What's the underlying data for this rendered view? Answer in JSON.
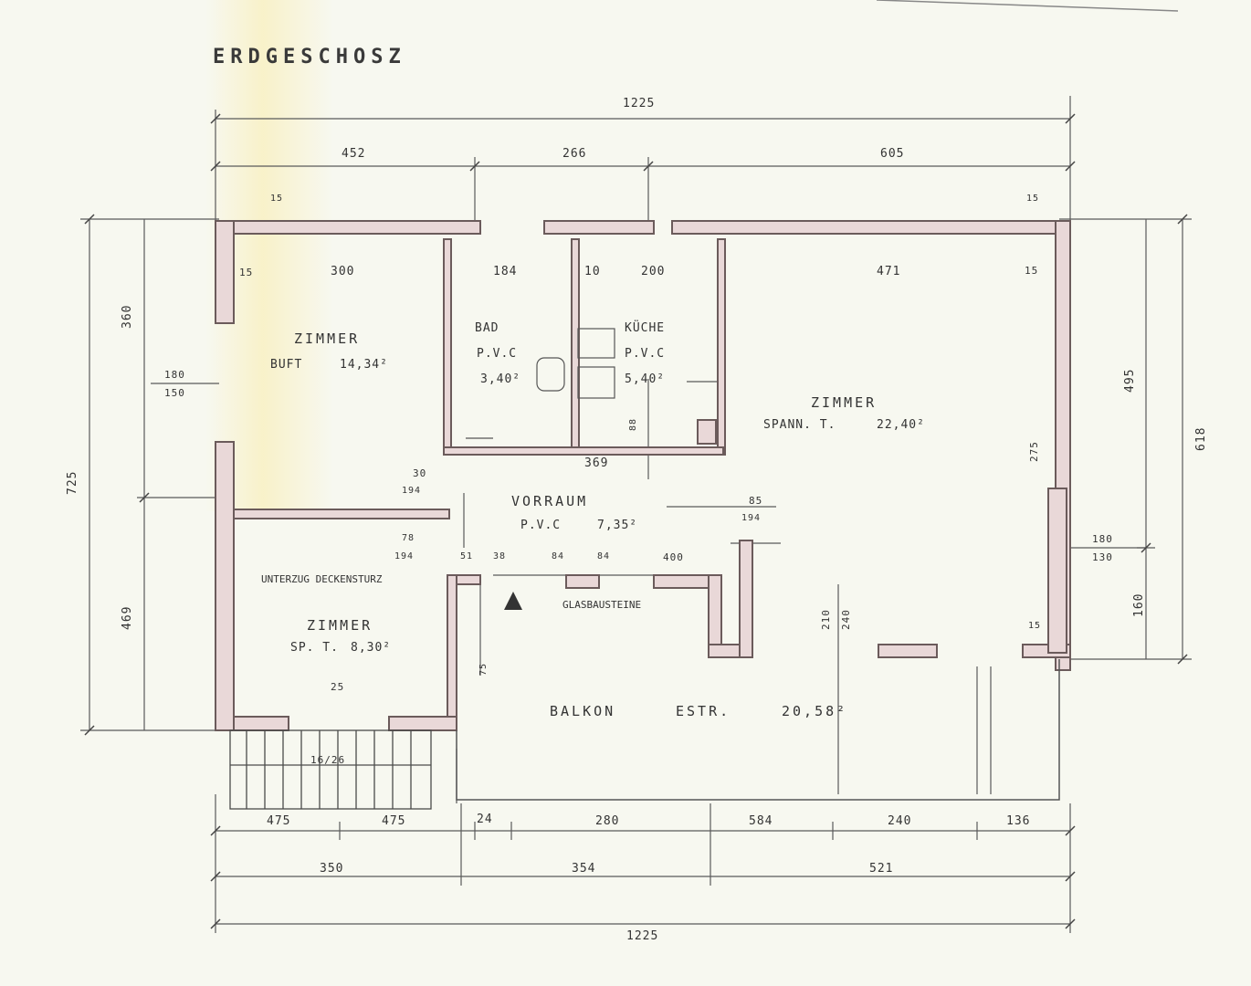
{
  "title": "ERDGESCHOSZ",
  "colors": {
    "paper": "#f7f8f0",
    "wall_fill": "#e9d8d8",
    "wall_line": "#6b5b5b",
    "line": "#555555"
  },
  "dimensions": {
    "top_total": "1225",
    "top_seg": [
      "452",
      "266",
      "605"
    ],
    "bottom_row1": [
      "475",
      "475",
      "24",
      "280",
      "584",
      "240",
      "136"
    ],
    "bottom_row2": [
      "350",
      "354",
      "521"
    ],
    "bottom_total": "1225",
    "left_total": "725",
    "left_upper": "360",
    "left_lower": "469",
    "right_total": "618",
    "right_upper": "495",
    "right_lower": "160"
  },
  "inner_dims": {
    "top_left_15": "15",
    "room1_w": "300",
    "room1_15": "15",
    "bad_w": "184",
    "wall_10": "10",
    "kueche_w": "200",
    "room_large_w": "471",
    "right_15": "15",
    "window_left": "180",
    "window_left_b": "150",
    "window_right": "180",
    "window_right_b": "130",
    "hall_w": "369",
    "door_30": "30",
    "door_194a": "194",
    "door_194b": "194",
    "door_194c": "194",
    "door_85": "85",
    "door_78": "78",
    "stair_dims": [
      "51",
      "38",
      "84",
      "84",
      "400"
    ],
    "h_275": "275",
    "h_210": "210",
    "h_240": "240",
    "small_15": "15",
    "bath_door": "75",
    "kitchen_door": "88",
    "bottom_25": "25",
    "stair_label": "16/26"
  },
  "rooms": {
    "zimmer1": {
      "name": "ZIMMER",
      "detail": "BUFT",
      "area": "14,34²"
    },
    "bad": {
      "name": "BAD",
      "floor": "P.V.C",
      "area": "3,40²"
    },
    "kueche": {
      "name": "KÜCHE",
      "floor": "P.V.C",
      "area": "5,40²"
    },
    "zimmer2": {
      "name": "ZIMMER",
      "detail": "SPANN. T.",
      "area": "22,40²"
    },
    "vorraum": {
      "name": "VORRAUM",
      "floor": "P.V.C",
      "area": "7,35²"
    },
    "zimmer3": {
      "name": "ZIMMER",
      "detail": "SP. T.",
      "area": "8,30²"
    },
    "balkon": {
      "name": "BALKON",
      "detail": "ESTR.",
      "area": "20,58²"
    }
  },
  "notes": {
    "under_stairs": "UNTERZUG DECKENSTURZ",
    "entry": "GLASBAUSTEINE"
  }
}
